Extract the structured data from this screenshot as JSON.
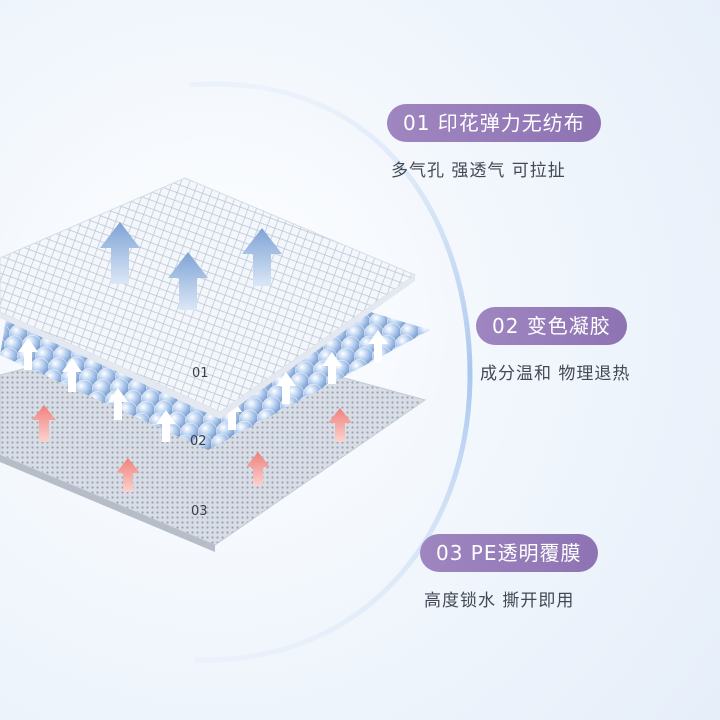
{
  "features": [
    {
      "title": "01 印花弹力无纺布",
      "desc": "多气孔 强透气 可拉扯"
    },
    {
      "title": "02 变色凝胶",
      "desc": "成分温和 物理退热"
    },
    {
      "title": "03 PE透明覆膜",
      "desc": "高度锁水 撕开即用"
    }
  ],
  "layer_labels": [
    "01",
    "02",
    "03"
  ],
  "colors": {
    "pill": "#9a82bd",
    "arc": "#a9c7ee",
    "gel": "#9dbce6",
    "arrow_up": "#8fb0dc",
    "arrow_warm": "#f08a86"
  }
}
